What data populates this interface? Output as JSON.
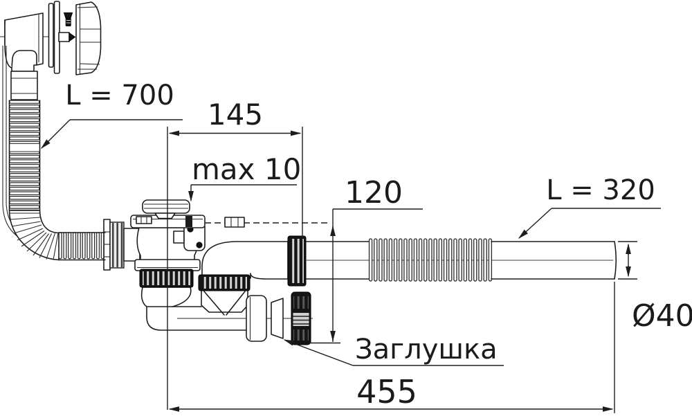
{
  "diagram": {
    "type": "technical-drawing",
    "subject": "bathtub-waste-overflow-siphon",
    "labels": {
      "overflow_hose_length": "L = 700",
      "horizontal_offset": "145",
      "max_thickness": "max 10",
      "vertical_offset": "120",
      "outlet_hose_length": "L = 320",
      "pipe_diameter": "Ø40",
      "plug": "Заглушка",
      "total_length": "455"
    },
    "colors": {
      "line": "#1d1d1d",
      "background": "#ffffff",
      "nut_fill": "#151515",
      "nut_stripe": "#d4d4d4"
    }
  }
}
